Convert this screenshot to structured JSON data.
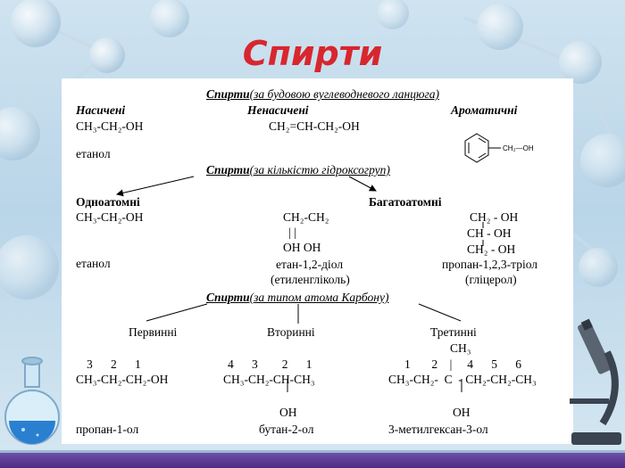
{
  "title": "Спирти",
  "section1": {
    "heading": "Спирти",
    "heading_paren": "(за будовою вуглеводневого ланцюга)",
    "col_saturated": "Насичені",
    "col_unsaturated": "Ненасичені",
    "col_aromatic": "Ароматичні",
    "saturated_formula": "CH₃-CH₂-OH",
    "unsaturated_formula": "CH₂=CH-CH₂-OH",
    "saturated_name": "етанол",
    "aromatic_group": "CH₂—OH"
  },
  "section2": {
    "heading": "Спирти",
    "heading_paren": "(за кількістю гідроксогруп)",
    "monohydric": "Одноатомні",
    "polyhydric": "Багатоатомні",
    "mono_formula": "CH₃-CH₂-OH",
    "mono_name": "етанол",
    "diol_top": "CH₂-CH₂",
    "diol_bonds": "|        |",
    "diol_oh": "OH    OH",
    "diol_name": "етан-1,2-діол",
    "diol_trivial": "(етиленгліколь)",
    "triol_line1": "CH₂ - OH",
    "triol_line2": "CH - OH",
    "triol_line3": "CH₂ - OH",
    "triol_name": "пропан-1,2,3-тріол",
    "triol_trivial": "(гліцерол)"
  },
  "section3": {
    "heading": "Спирти",
    "heading_paren": "(за типом атома Карбону)",
    "primary": "Первинні",
    "secondary": "Вторинні",
    "tertiary": "Третинні",
    "primary_numbers": "3      2      1",
    "primary_formula": "CH₃-CH₂-CH₂-OH",
    "primary_name": "пропан-1-ол",
    "secondary_numbers": "4      3        2      1",
    "secondary_formula": "CH₃-CH₂-CH-CH₃",
    "secondary_oh": "OH",
    "secondary_name": "бутан-2-ол",
    "tertiary_ch3": "CH₃",
    "tertiary_numbers": "1       2    |     4      5      6",
    "tertiary_formula": "CH₃-CH₂-  C  - CH₂-CH₂-CH₃",
    "tertiary_oh": "OH",
    "tertiary_name": "3-метилгексан-3-ол"
  }
}
